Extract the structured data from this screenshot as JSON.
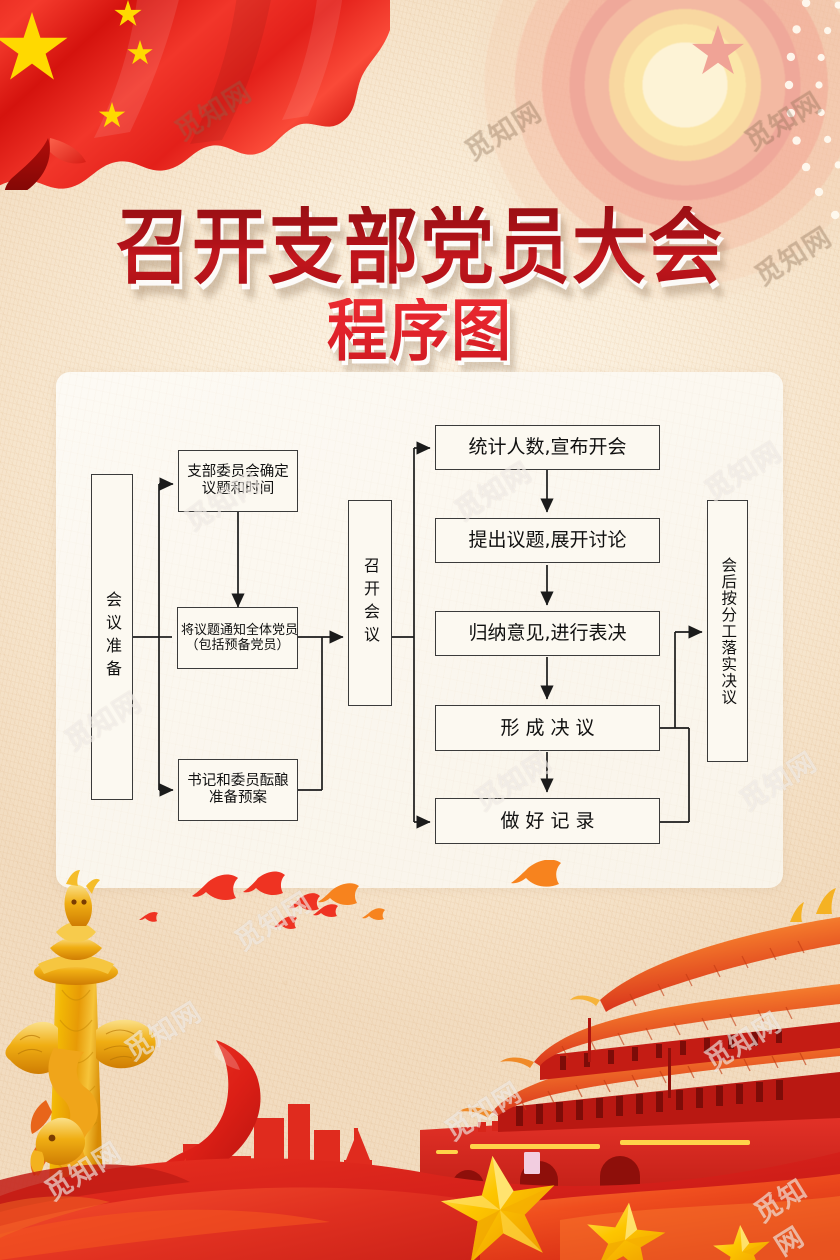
{
  "poster": {
    "title_line1": "召开支部党员大会",
    "title_line2": "程序图",
    "watermark": "觅知网",
    "colors": {
      "title_dark_red": "#a5121a",
      "title_bright_red": "#e2242b",
      "background_paper": "#faeedb",
      "panel_white": "#fdfaf4",
      "node_border": "#3b3b3b",
      "flag_red": "#e8231a",
      "flag_star_yellow": "#ffd900",
      "gold": "#f2b705",
      "scene_red": "#d9261c"
    }
  },
  "flowchart": {
    "stages": [
      {
        "id": "stage-preparation",
        "label": "会议准备",
        "orientation": "vertical"
      },
      {
        "id": "stage-convene",
        "label": "召开会议",
        "orientation": "vertical"
      },
      {
        "id": "stage-followup",
        "label": "会后按分工落实决议",
        "orientation": "vertical"
      }
    ],
    "prep_steps": [
      {
        "id": "prep-1",
        "lines": [
          "支部委员会确定",
          "议题和时间"
        ]
      },
      {
        "id": "prep-2",
        "lines": [
          "将议题通知全体党员",
          "（包括预备党员）"
        ]
      },
      {
        "id": "prep-3",
        "lines": [
          "书记和委员酝酿",
          "准备预案"
        ]
      }
    ],
    "meeting_steps": [
      {
        "id": "meet-1",
        "label": "统计人数,宣布开会"
      },
      {
        "id": "meet-2",
        "label": "提出议题,展开讨论"
      },
      {
        "id": "meet-3",
        "label": "归纳意见,进行表决"
      },
      {
        "id": "meet-4",
        "label": "形 成 决 议"
      },
      {
        "id": "meet-5",
        "label": "做 好 记 录"
      }
    ]
  },
  "decor": {
    "flag": "china-flag",
    "medallion": "radiating-star-medallion",
    "huabiao": "golden-huabiao-column",
    "doves": "red-flying-doves",
    "ribbon": "red-silk-ribbon",
    "skyline": "red-city-skyline",
    "tiananmen": "tiananmen-gate",
    "stars": "golden-five-pointed-stars"
  }
}
